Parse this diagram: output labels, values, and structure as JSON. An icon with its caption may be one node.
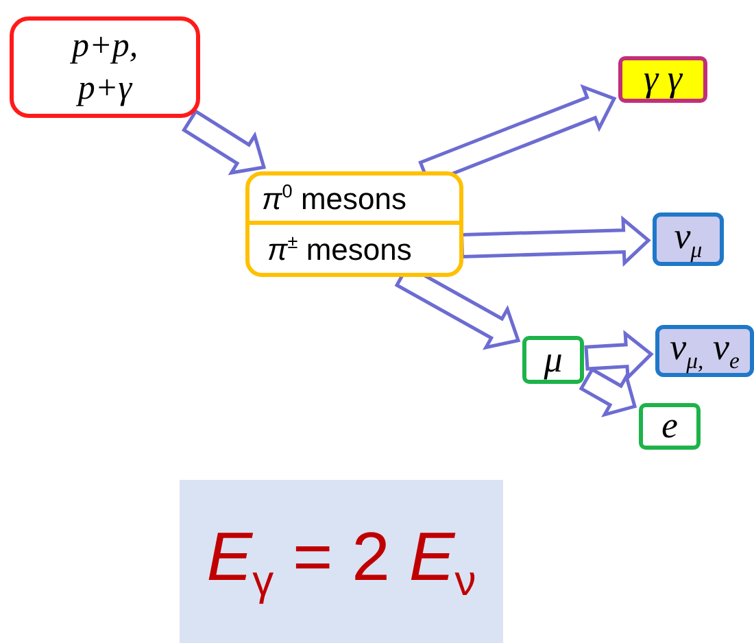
{
  "diagram": {
    "nodes": [
      {
        "text": [
          "*p*+*p*, *p*+*γ*"
        ]
      },
      {
        "text": [],
        "shape": "box"
      },
      {
        "text": [
          "*π*$^{0}$ mesons"
        ],
        "in": 1
      },
      {
        "text": [
          "*π*$^{±}$ mesons"
        ],
        "in": 1
      },
      {
        "text": [
          "γ γ"
        ]
      },
      {
        "text": [
          "ν$_{μ}$"
        ]
      },
      {
        "text": [
          "μ"
        ]
      },
      {
        "text": [
          "ν$_{μ,}$ ν$_{e}$"
        ]
      },
      {
        "text": [
          "e"
        ]
      },
      {
        "text": [
          "*E*$_{γ}$ = 2 *E*$_{ν}$"
        ]
      }
    ],
    "edges": [
      {
        "from": 0,
        "to": 1,
        "arrow": "to"
      },
      {
        "from": 2,
        "to": 4,
        "arrow": "to"
      },
      {
        "from": 3,
        "to": 5,
        "arrow": "to"
      },
      {
        "from": 3,
        "to": 6,
        "arrow": "to"
      },
      {
        "from": 6,
        "to": 7,
        "arrow": "to"
      },
      {
        "from": 6,
        "to": 8,
        "arrow": "to"
      }
    ]
  }
}
